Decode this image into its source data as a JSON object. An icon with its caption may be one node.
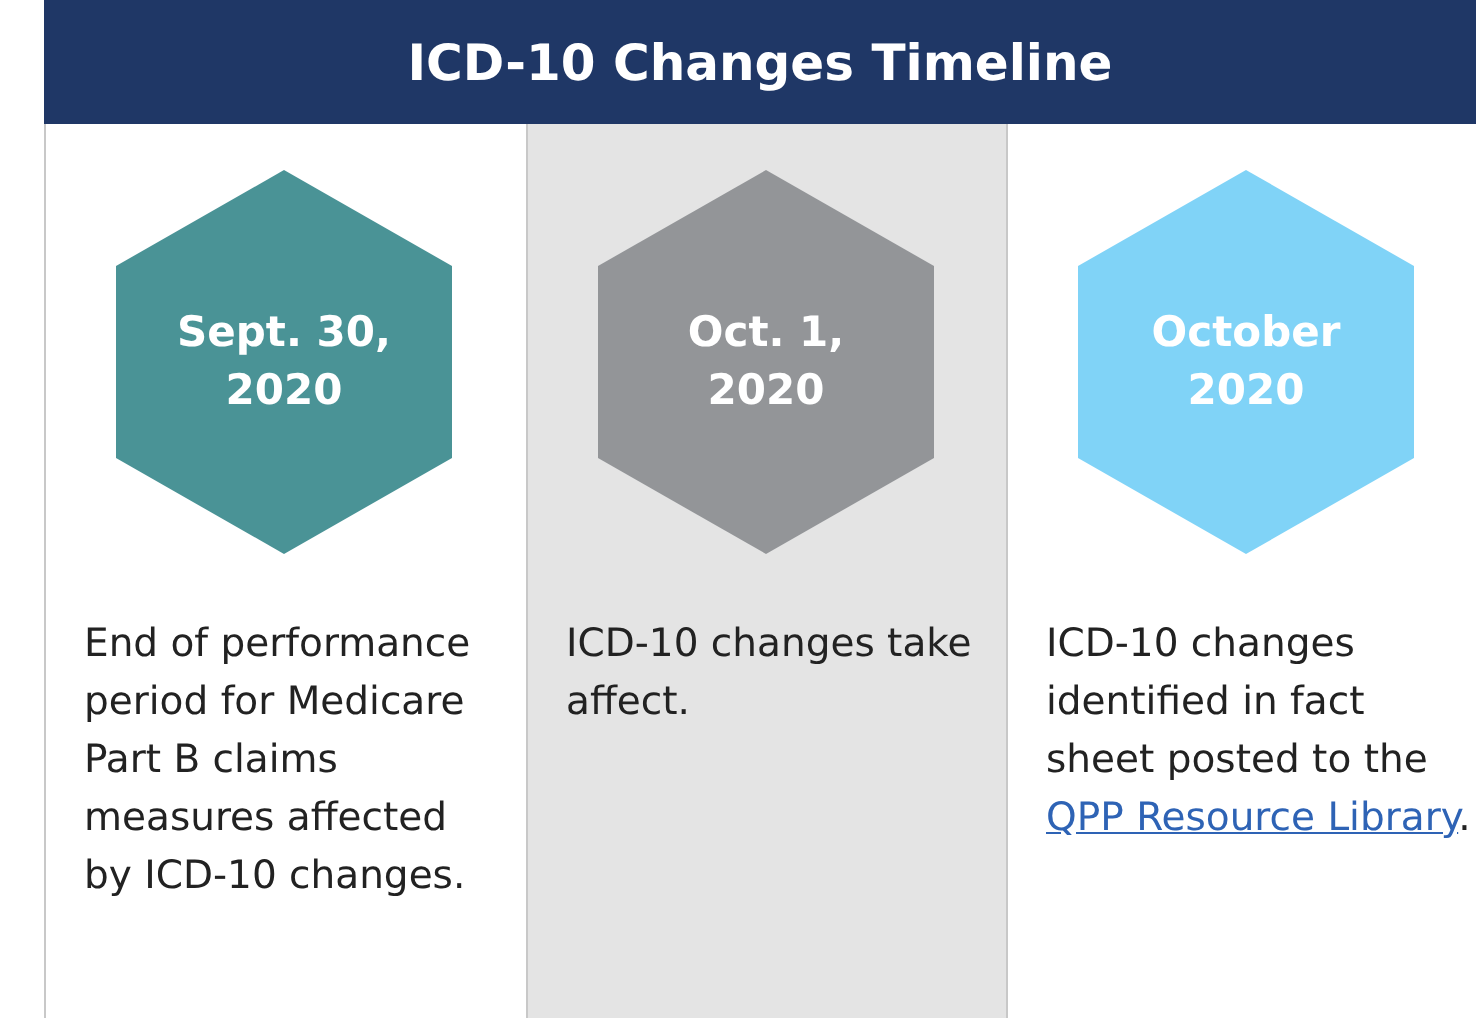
{
  "diagram": {
    "title": "ICD-10 Changes Timeline",
    "nodes": [
      {
        "text": [
          "Sept. 30, 2020"
        ],
        "beside": [
          "End of performance period for Medicare Part B claims measures affected by ICD-10 changes."
        ]
      },
      {
        "text": [
          "Oct. 1, 2020"
        ],
        "beside": [
          "ICD-10 changes take affect."
        ]
      },
      {
        "text": [
          "October 2020"
        ],
        "beside": [
          "ICD-10 changes identified in fact sheet posted to the",
          "QPP Resource Library",
          "."
        ]
      }
    ]
  }
}
